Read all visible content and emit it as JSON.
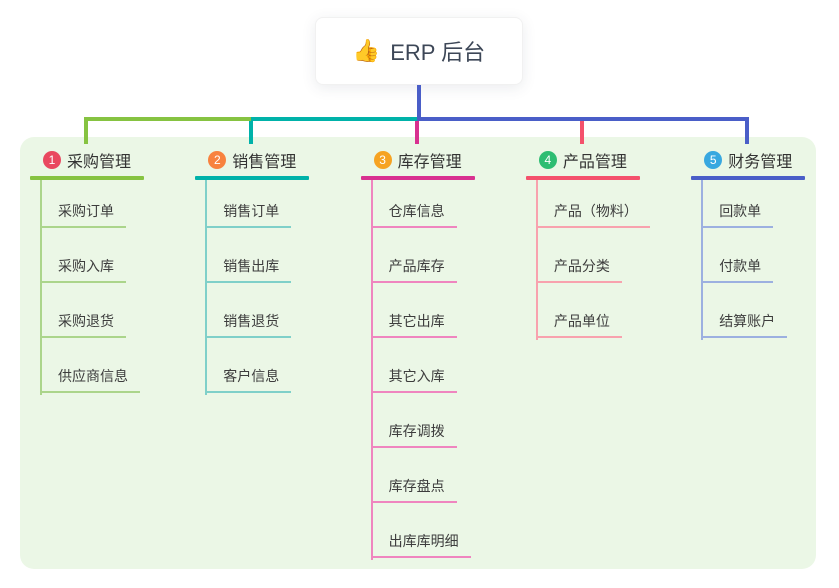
{
  "root": {
    "icon": "👍",
    "title": "ERP 后台"
  },
  "colors": {
    "canvas_bg": "#ffffff",
    "panel_bg": "#ebf7e6",
    "stem_line": "#4a5ec8",
    "heading_text": "#333333",
    "child_text": "#3d3d3d",
    "root_text": "#3d4757"
  },
  "branches": [
    {
      "num": "1",
      "label": "采购管理",
      "badge_color": "#e9485f",
      "line_color": "#86c341",
      "light_color": "#abd58b",
      "children": [
        "采购订单",
        "采购入库",
        "采购退货",
        "供应商信息"
      ]
    },
    {
      "num": "2",
      "label": "销售管理",
      "badge_color": "#f8823e",
      "line_color": "#00b2a9",
      "light_color": "#7fd0c9",
      "children": [
        "销售订单",
        "销售出库",
        "销售退货",
        "客户信息"
      ]
    },
    {
      "num": "3",
      "label": "库存管理",
      "badge_color": "#f6a322",
      "line_color": "#d83190",
      "light_color": "#ef85bf",
      "children": [
        "仓库信息",
        "产品库存",
        "其它出库",
        "其它入库",
        "库存调拨",
        "库存盘点",
        "出库库明细"
      ]
    },
    {
      "num": "4",
      "label": "产品管理",
      "badge_color": "#2dbd72",
      "line_color": "#f4516c",
      "light_color": "#f8a2ae",
      "children": [
        "产品（物料）",
        "产品分类",
        "产品单位"
      ]
    },
    {
      "num": "5",
      "label": "财务管理",
      "badge_color": "#38a8e0",
      "line_color": "#4a5ec8",
      "light_color": "#9cb0e0",
      "children": [
        "回款单",
        "付款单",
        "结算账户"
      ]
    }
  ]
}
